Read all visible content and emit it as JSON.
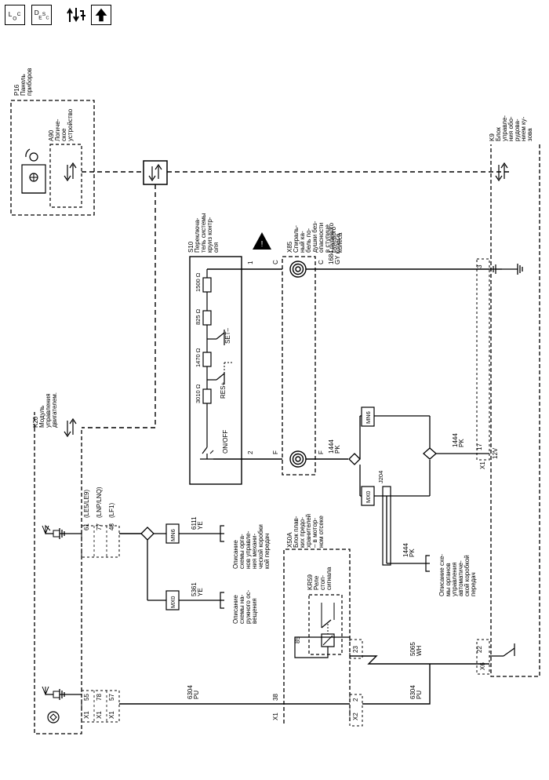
{
  "toolbar": {
    "loc_label": "LOC",
    "desc_label": "DESC"
  },
  "components": {
    "p16": {
      "id": "P16",
      "lines": [
        "Панель",
        "приборов"
      ]
    },
    "a90": {
      "id": "A90",
      "lines": [
        "Логиче-",
        "ское",
        "устройство"
      ]
    },
    "k9": {
      "id": "K9",
      "lines": [
        "Блок",
        "управле-",
        "ния обо-",
        "рудова-",
        "нием ку-",
        "зова"
      ]
    },
    "s10": {
      "id": "S10",
      "lines": [
        "Переключа-",
        "тель системы",
        "круиз контр-",
        "оля"
      ]
    },
    "x85": {
      "id": "X85",
      "lines": [
        "Спираль-",
        "ный ка-",
        "бель по-",
        "душки без-",
        "опасности",
        "в ступице",
        "рулевого",
        "колеса"
      ]
    },
    "k20": {
      "id": "K20",
      "lines": [
        "Модуль",
        "управления",
        "двигателем."
      ]
    },
    "x50a": {
      "id": "X50A",
      "lines": [
        "Блок плав-",
        "ких предо-",
        "хранителей",
        "– в мотор-",
        "ном отсеке"
      ]
    },
    "kr59": {
      "id": "KR59",
      "lines": [
        "Реле",
        "стоп-",
        "сигнала"
      ]
    }
  },
  "resistors": [
    "1500 Ω",
    "825 Ω",
    "1470 Ω",
    "3010 Ω"
  ],
  "switch_labels": {
    "set": "SET–",
    "res": "RES+",
    "onoff": "ON/OFF"
  },
  "s10_pins": {
    "top": "1",
    "bottom": "2"
  },
  "x85_pins": {
    "c_left": "C",
    "c_right": "C",
    "f_left": "F",
    "f_right": "F"
  },
  "wires": {
    "w1684": {
      "num": "1684 рулевого",
      "sub": "GY колеса"
    },
    "w1444a": {
      "num": "1444",
      "color": "PK"
    },
    "w1444b": {
      "num": "1444",
      "color": "PK"
    },
    "w1444c": {
      "num": "1444",
      "color": "PK"
    },
    "w6111": {
      "num": "6111",
      "color": "YE"
    },
    "w5361": {
      "num": "5361",
      "color": "YE"
    },
    "w5065": {
      "num": "5065",
      "color": "WH"
    },
    "w6304a": {
      "num": "6304",
      "color": "PU"
    },
    "w6304b": {
      "num": "6304",
      "color": "PU"
    }
  },
  "splices": {
    "mn6_top": "MN6",
    "mx0_mid": "MX0",
    "j204": "J204",
    "mn6_left": "MN6",
    "mx0_left": "MX0"
  },
  "k9_pins": {
    "p3": "3",
    "p17": "17",
    "x1": "X1",
    "v12": "12V",
    "p22": "22",
    "x6": "X6"
  },
  "k20_pins": {
    "p61": "61",
    "p77": "77",
    "p48": "48",
    "le5": "(LE5/LE9)",
    "lnp": "(LNP/LNQ)",
    "lf1": "(LF1)",
    "p55": "55",
    "p78": "78",
    "p57": "57",
    "x1a": "X1",
    "x1b": "X1",
    "x1c": "X1"
  },
  "x50a_pins": {
    "p23": "23",
    "p2": "2",
    "x2": "X2",
    "p85": "85",
    "x1": "X1",
    "p38": "38"
  },
  "descriptions": {
    "d1": [
      "Описание",
      "схемы орга-",
      "нов управле-",
      "ния механи-",
      "ческой коробки",
      "кой передач"
    ],
    "d2": [
      "Описание",
      "схемы на-",
      "ружного ос-",
      "вещения"
    ],
    "d3": [
      "Описание схе-",
      "мы органов",
      "управления",
      "автоматиче-",
      "ской коробкой",
      "передач"
    ]
  }
}
